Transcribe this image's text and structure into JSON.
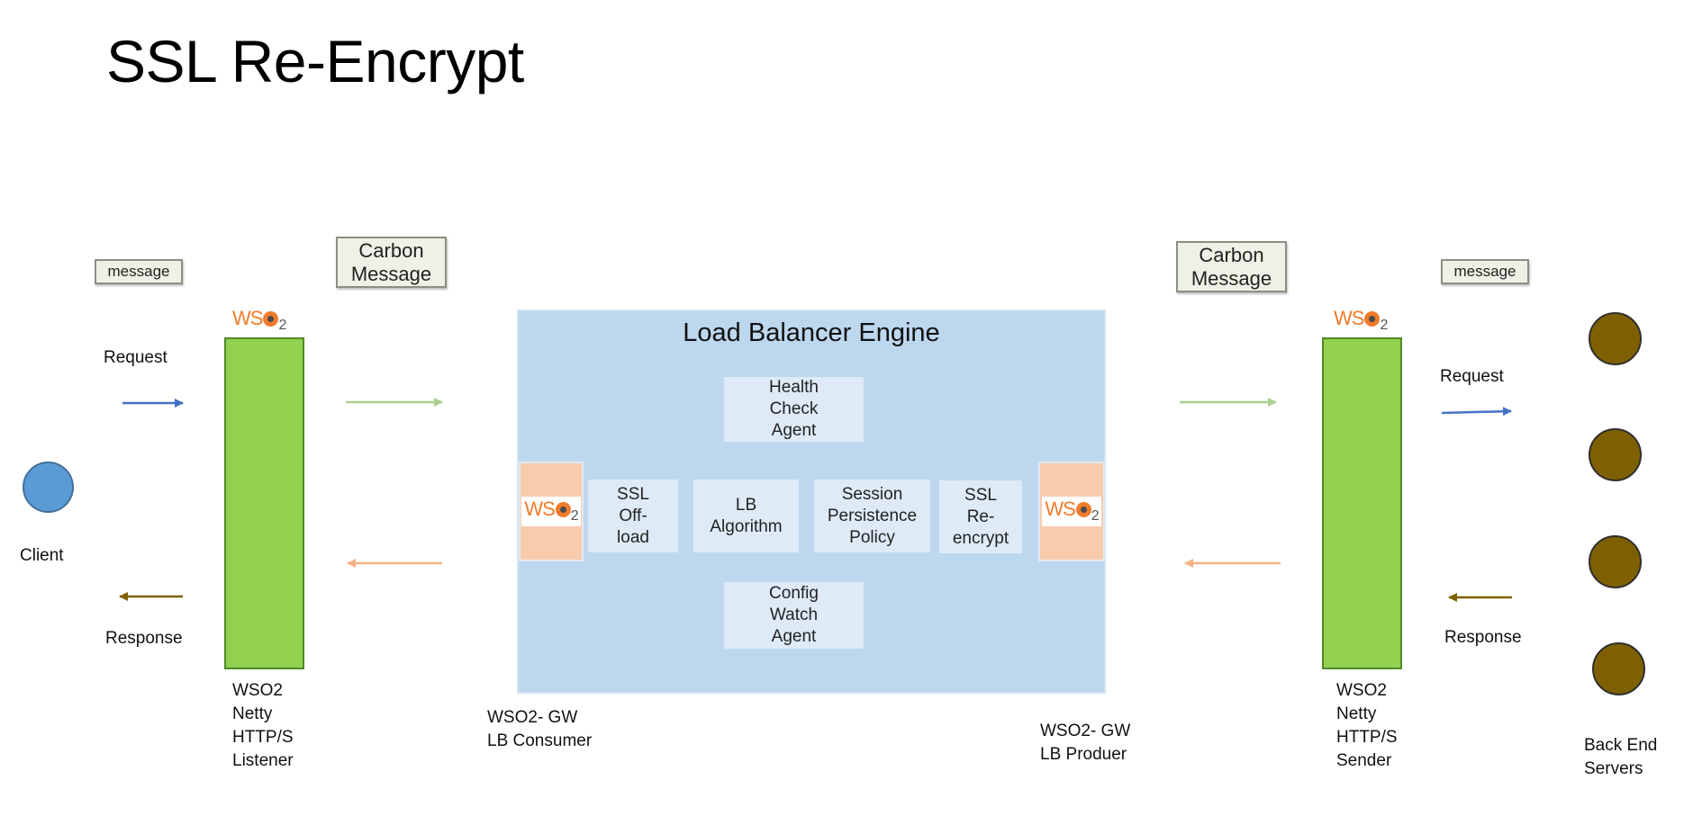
{
  "title": "SSL Re-Encrypt",
  "left": {
    "message_tag": "message",
    "carbon_tag": "Carbon\nMessage",
    "request_label": "Request",
    "response_label": "Response",
    "client_label": "Client",
    "listener_label": "WSO2\nNetty\nHTTP/S\nListener",
    "consumer_label": "WSO2- GW\nLB Consumer"
  },
  "right": {
    "message_tag": "message",
    "carbon_tag": "Carbon\nMessage",
    "request_label": "Request",
    "response_label": "Response",
    "servers_label": "Back End\nServers",
    "sender_label": "WSO2\nNetty\nHTTP/S\nSender",
    "producer_label": "WSO2- GW\nLB Produer"
  },
  "logo": {
    "text": "WS",
    "suffix": "2"
  },
  "engine": {
    "title": "Load Balancer Engine",
    "health": "Health\nCheck\nAgent",
    "ssl_offload": "SSL\nOff-\nload",
    "lb_algorithm": "LB\nAlgorithm",
    "session": "Session\nPersistence\nPolicy",
    "ssl_reencrypt": "SSL\nRe-\nencrypt",
    "config": "Config\nWatch\nAgent"
  },
  "colors": {
    "blue_arrow": "#4472c4",
    "green_arrow": "#a9d18e",
    "orange_arrow": "#f4b183",
    "brown_arrow": "#7f6000",
    "green_bar": "#92d050",
    "engine_bg": "#bdd7ee",
    "peach": "#f8cbad",
    "client": "#5b9bd5",
    "server": "#7f6000"
  }
}
